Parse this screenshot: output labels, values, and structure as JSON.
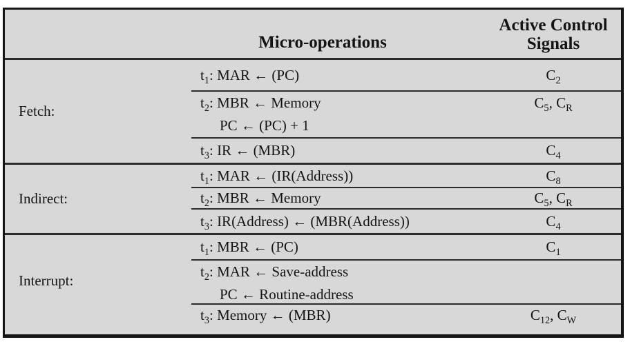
{
  "table": {
    "header": {
      "micro_label": "Micro-operations",
      "signals_label_line1": "Active Control",
      "signals_label_line2": "Signals"
    },
    "sections": [
      {
        "label": "Fetch:",
        "rows": [
          {
            "micro": "t_{1}: MAR ← (PC)",
            "signals": "C_{2}"
          },
          {
            "micro": "t_{2}: MBR ← Memory",
            "micro2": "PC ← (PC) + 1",
            "signals": "C_{5}, C_{R}"
          },
          {
            "micro": "t_{3}: IR ← (MBR)",
            "signals": "C_{4}"
          }
        ]
      },
      {
        "label": "Indirect:",
        "rows": [
          {
            "micro": "t_{1}: MAR ← (IR(Address))",
            "signals": "C_{8}"
          },
          {
            "micro": "t_{2}: MBR ← Memory",
            "signals": "C_{5}, C_{R}"
          },
          {
            "micro": "t_{3}: IR(Address) ← (MBR(Address))",
            "signals": "C_{4}"
          }
        ]
      },
      {
        "label": "Interrupt:",
        "rows": [
          {
            "micro": "t_{1}: MBR ← (PC)",
            "signals": "C_{1}"
          },
          {
            "micro": "t_{2}: MAR ← Save-address",
            "micro2": "PC ← Routine-address",
            "signals": ""
          },
          {
            "micro": "t_{3}: Memory ← (MBR)",
            "signals": "C_{12}, C_{W}"
          }
        ]
      }
    ]
  },
  "colors": {
    "page_bg": "#ffffff",
    "table_bg": "#d8d8d8",
    "border": "#141414",
    "line": "#2a2a2a",
    "text": "#141414"
  }
}
